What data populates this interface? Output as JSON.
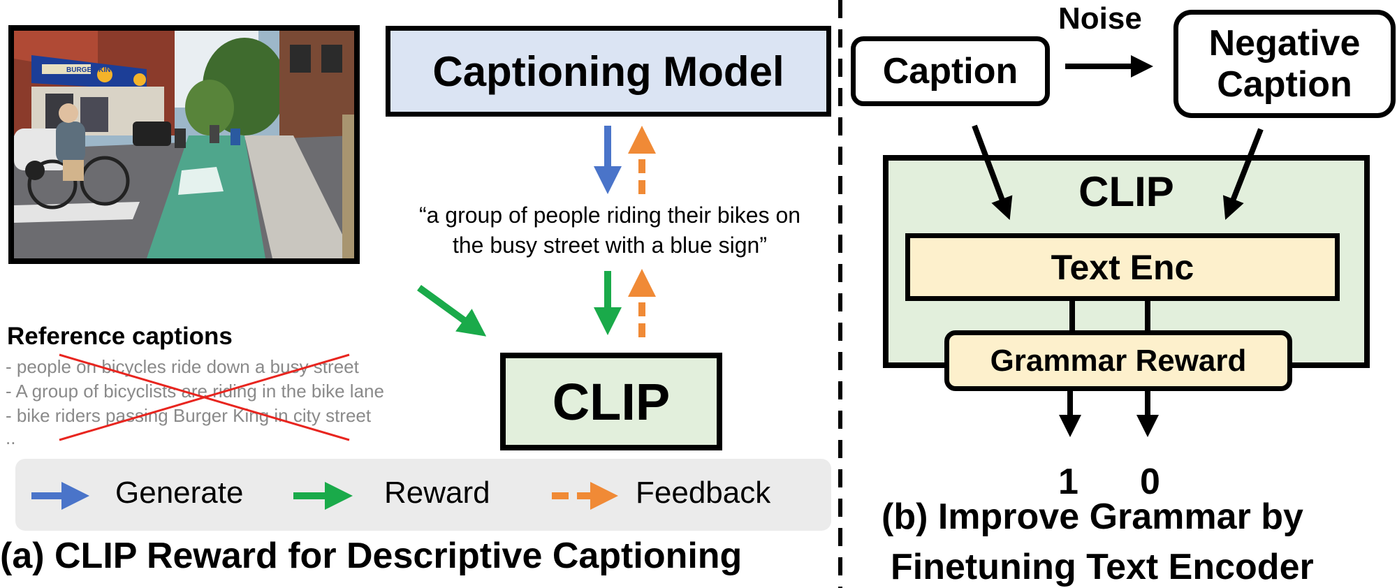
{
  "panel_a": {
    "captioning_model": "Captioning Model",
    "generated_caption_line1": "“a group of people riding their bikes on",
    "generated_caption_line2": "the busy street with a blue sign”",
    "clip_label": "CLIP",
    "photo": {
      "sign_text": "BURGER KING"
    },
    "reference": {
      "title": "Reference captions",
      "items": [
        "- people on bicycles ride down a busy street",
        "- A group of bicyclists are riding in the bike lane",
        "- bike riders passing Burger King in city street",
        ".."
      ]
    },
    "legend": {
      "generate": "Generate",
      "reward": "Reward",
      "feedback": "Feedback"
    },
    "caption": "(a) CLIP Reward for Descriptive Captioning"
  },
  "panel_b": {
    "caption_box": "Caption",
    "noise_label": "Noise",
    "negative_caption_line1": "Negative",
    "negative_caption_line2": "Caption",
    "clip_label": "CLIP",
    "text_enc": "Text Enc",
    "grammar_reward": "Grammar Reward",
    "output_positive": "1",
    "output_negative": "0",
    "caption_line1": "(b) Improve Grammar by",
    "caption_line2": "Finetuning Text Encoder"
  },
  "colors": {
    "generate_arrow": "#4a74c9",
    "reward_arrow": "#1aaa4a",
    "feedback_arrow": "#f08a36",
    "captioning_model_fill": "#dbe4f3",
    "clip_fill": "#e2efdc",
    "text_enc_fill": "#fdf0cc",
    "strike": "#e8251f"
  },
  "icons": [
    "generate-arrow-icon",
    "reward-arrow-icon",
    "feedback-arrow-icon"
  ]
}
